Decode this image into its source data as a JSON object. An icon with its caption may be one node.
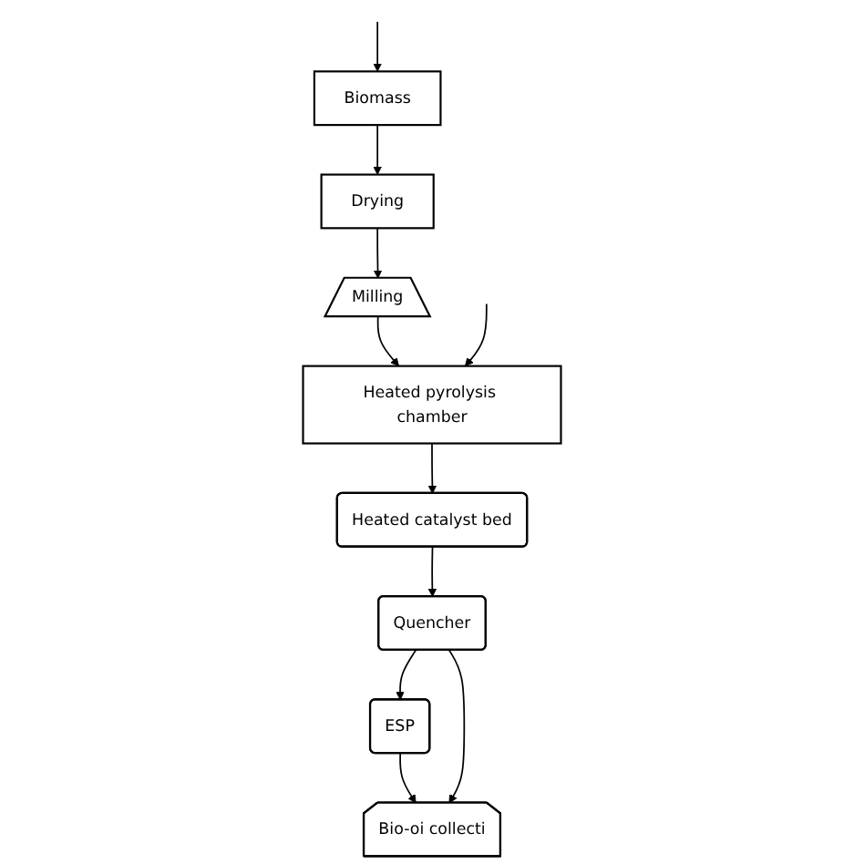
{
  "diagram": {
    "nodes": [
      {
        "text": [
          "Biomass"
        ]
      },
      {
        "text": [
          "Drying"
        ]
      },
      {
        "text": [
          "Milling"
        ]
      },
      {
        "text": [
          "Heated pyrolysis chamber"
        ]
      },
      {
        "text": [
          "Heated catalyst bed"
        ]
      },
      {
        "text": [
          "Quencher"
        ]
      },
      {
        "text": [
          "ESP"
        ]
      },
      {
        "text": [
          "Bio-oi collecti"
        ]
      }
    ],
    "edges": [
      {
        "from": null,
        "to": 0,
        "arrow": "to"
      },
      {
        "from": 0,
        "to": 1,
        "arrow": "to"
      },
      {
        "from": 1,
        "to": 2,
        "arrow": "to"
      },
      {
        "from": 2,
        "to": 3,
        "arrow": "to"
      },
      {
        "from": null,
        "to": 3,
        "arrow": "to"
      },
      {
        "from": 3,
        "to": 4,
        "arrow": "to"
      },
      {
        "from": 4,
        "to": 5,
        "arrow": "to"
      },
      {
        "from": 5,
        "to": 6,
        "arrow": "to"
      },
      {
        "from": 6,
        "to": 7,
        "arrow": "to"
      },
      {
        "from": 5,
        "to": 7,
        "arrow": "to"
      }
    ]
  }
}
